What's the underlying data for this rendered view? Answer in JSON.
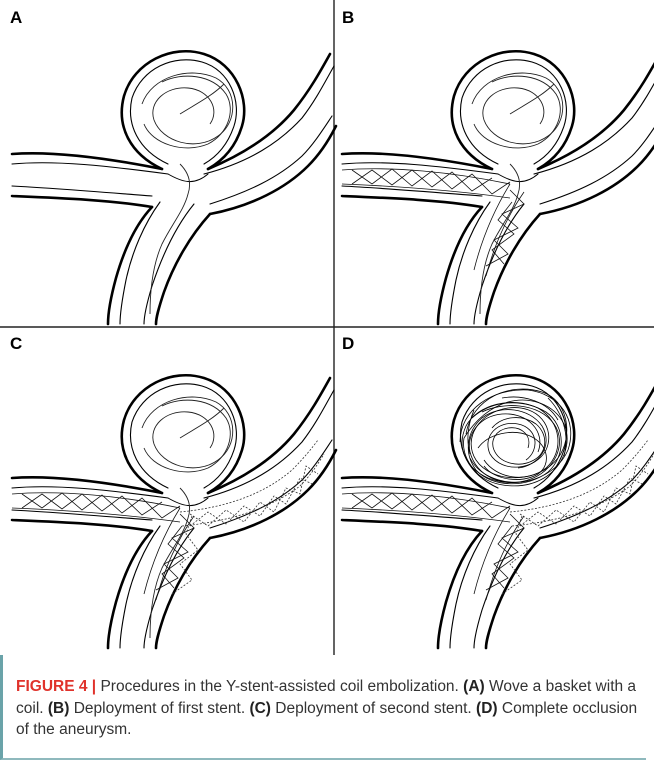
{
  "figure": {
    "panels": [
      {
        "label": "A"
      },
      {
        "label": "B"
      },
      {
        "label": "C"
      },
      {
        "label": "D"
      }
    ]
  },
  "caption": {
    "figure_number": "FIGURE 4 |",
    "intro": " Procedures in the Y-stent-assisted coil embolization. ",
    "items": [
      {
        "tag": "(A)",
        "text": " Wove a basket with a coil. "
      },
      {
        "tag": "(B)",
        "text": " Deployment of first stent. "
      },
      {
        "tag": "(C)",
        "text": " Deployment of second stent. "
      },
      {
        "tag": "(D)",
        "text": " Complete occlusion of the aneurysm."
      }
    ]
  },
  "colors": {
    "figure_label": "#e0322b",
    "caption_rule": "#6aa3a9"
  }
}
